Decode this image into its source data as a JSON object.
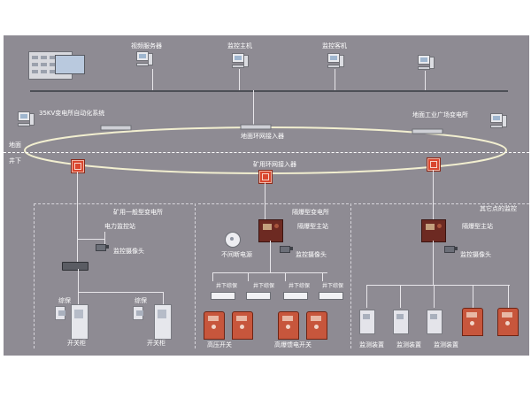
{
  "labels": {
    "video_server": "视频服务器",
    "monitor_host": "监控主机",
    "monitor_station": "监控客机",
    "substation_35kv": "35KV变电所自动化系统",
    "surface_plant": "地面工业广场变电所",
    "surface_ring": "地面环网接入器",
    "ground": "地面",
    "underground": "井下",
    "mine_ring": "矿用环网接入器",
    "general_sub": "矿用一般型变电所",
    "power_station": "电力监控站",
    "camera_1": "监控摄像头",
    "baohu_1": "综保",
    "baohu_2": "综保",
    "switchgear_1": "开关柜",
    "switchgear_2": "开关柜",
    "flameproof_sub": "隔爆型变电所",
    "flameproof_main": "隔爆型主站",
    "ups": "不间断电源",
    "camera_2": "监控摄像头",
    "relay_1": "井下综保",
    "relay_2": "井下综保",
    "relay_3": "井下综保",
    "relay_4": "井下综保",
    "hv_switch": "高压开关",
    "hv_feed": "高爆馈电开关",
    "other_monitor": "其它点的监控",
    "flameproof_main_2": "隔爆型主站",
    "camera_3": "监控摄像头",
    "monitor_dev_1": "监测装置",
    "monitor_dev_2": "监测装置",
    "monitor_dev_3": "监测装置"
  },
  "colors": {
    "background": "#8e8b93",
    "ring": "#f2efd0",
    "red_device": "#d9462e",
    "brown_device": "#6d2a22"
  },
  "icons": [
    "computer-icon",
    "server-rack-icon",
    "ring-node-icon",
    "camera-icon",
    "switchgear-icon",
    "ups-icon"
  ]
}
